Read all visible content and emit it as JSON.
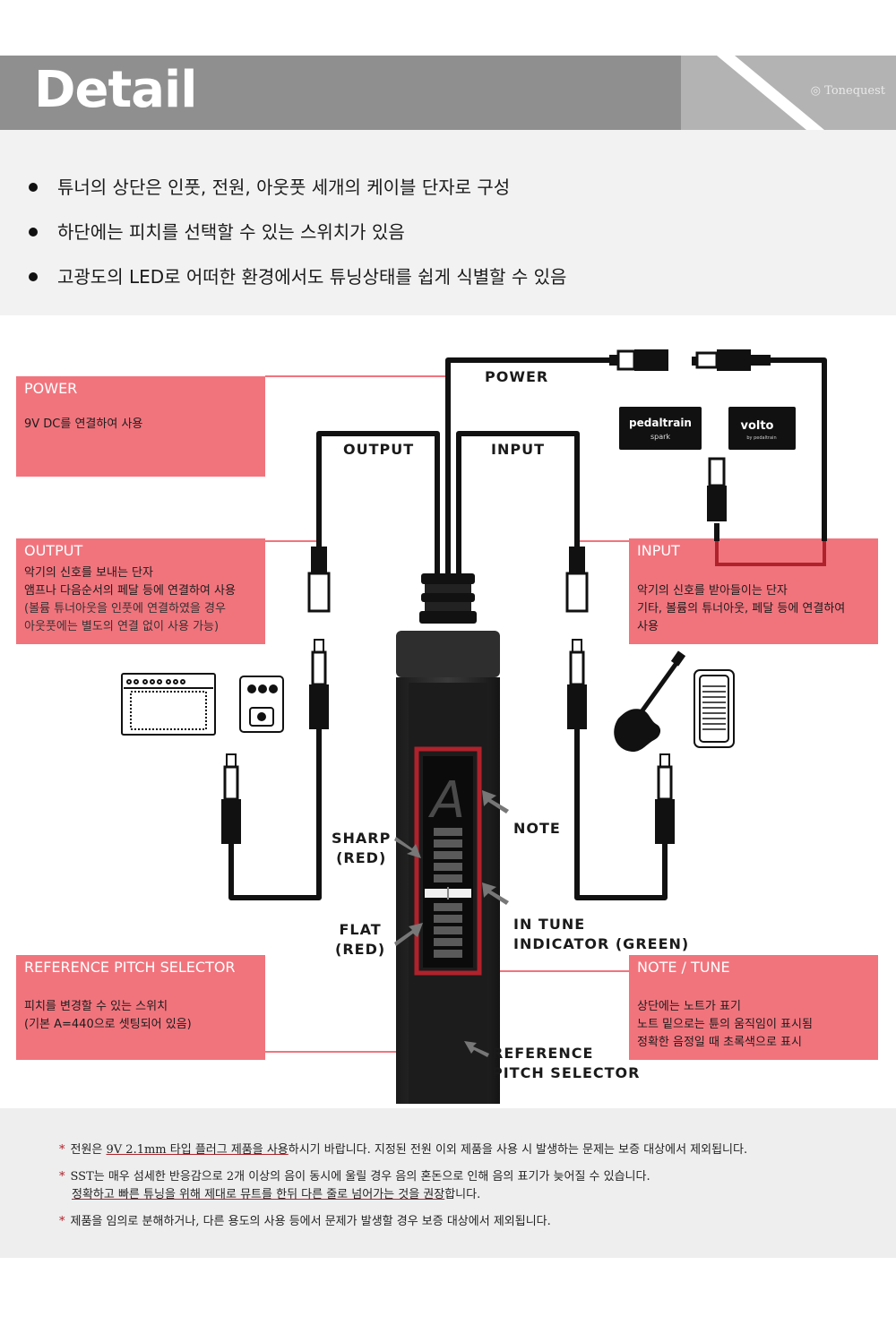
{
  "header": {
    "title": "Detail",
    "logo": "Tonequest"
  },
  "bullets": [
    "튜너의 상단은 인풋, 전원, 아웃풋 세개의 케이블 단자로 구성",
    "하단에는 피치를 선택할 수 있는 스위치가 있음",
    "고광도의 LED로 어떠한 환경에서도 튜닝상태를 쉽게 식별할 수 있음"
  ],
  "boxes": {
    "power": {
      "title": "POWER",
      "lines": [
        "9V DC를 연결하여 사용"
      ]
    },
    "output": {
      "title": "OUTPUT",
      "lines": [
        "악기의 신호를 보내는 단자",
        "앰프나 다음순서의 페달 등에 연결하여 사용",
        "(볼륨 튜너아웃을 인풋에 연결하였을 경우",
        "아웃풋에는 별도의 연결 없이 사용 가능)"
      ]
    },
    "input": {
      "title": "INPUT",
      "lines": [
        "악기의 신호를 받아들이는 단자",
        "기타, 볼륨의 튜너아웃, 페달 등에 연결하여",
        "사용"
      ]
    },
    "ref": {
      "title": "REFERENCE PITCH SELECTOR",
      "lines": [
        "피치를 변경할 수 있는 스위치",
        "(기본 A=440으로 셋팅되어 있음)"
      ]
    },
    "note": {
      "title": "NOTE / TUNE",
      "lines": [
        "상단에는 노트가 표기",
        "노트 밑으로는 튠의 움직임이 표시됨",
        "정확한 음정일 때 초록색으로 표시"
      ]
    }
  },
  "diagram": {
    "power_label": "POWER",
    "output_label": "OUTPUT",
    "input_label": "INPUT",
    "note_label": "NOTE",
    "sharp_label": [
      "SHARP",
      "(RED)"
    ],
    "flat_label": [
      "FLAT",
      "(RED)"
    ],
    "intune_label": [
      "IN TUNE",
      "INDICATOR (GREEN)"
    ],
    "refsel_label": [
      "REFERENCE",
      "PITCH SELECTOR"
    ],
    "display_note": "A",
    "pedaltrain_brand": "pedaltrain",
    "pedaltrain_model": "spark",
    "volto_brand": "volto",
    "volto_sub": "by pedaltrain",
    "accent_color": "#f1747d",
    "frame_color": "#b0222b"
  },
  "notes": [
    {
      "parts": [
        {
          "t": "전원은 ",
          "u": false
        },
        {
          "t": "9V 2.1mm 타입 플러그 제품을 사용",
          "u": true
        },
        {
          "t": "하시기 바랍니다. 지정된 전원 이외 제품을 사용 시 발생하는 문제는 보증 대상에서 제외됩니다.",
          "u": false
        }
      ]
    },
    {
      "parts": [
        {
          "t": "SST는 매우 섬세한 반응감으로 2개 이상의 음이 동시에 울릴 경우 음의 혼돈으로 인해 음의 표기가 늦어질 수 있습니다.",
          "u": false
        }
      ]
    },
    {
      "parts": [
        {
          "t": "정확하고 빠른 튜닝을 위해 제대로 뮤트를 한뒤 다른 줄로 넘어가는 것을 권장",
          "u": true
        },
        {
          "t": "합니다.",
          "u": false
        }
      ]
    },
    {
      "parts": [
        {
          "t": "제품을 임의로 분해하거나, 다른 용도의 사용 등에서 문제가 발생할 경우 보증 대상에서 제외됩니다.",
          "u": false
        }
      ]
    }
  ]
}
